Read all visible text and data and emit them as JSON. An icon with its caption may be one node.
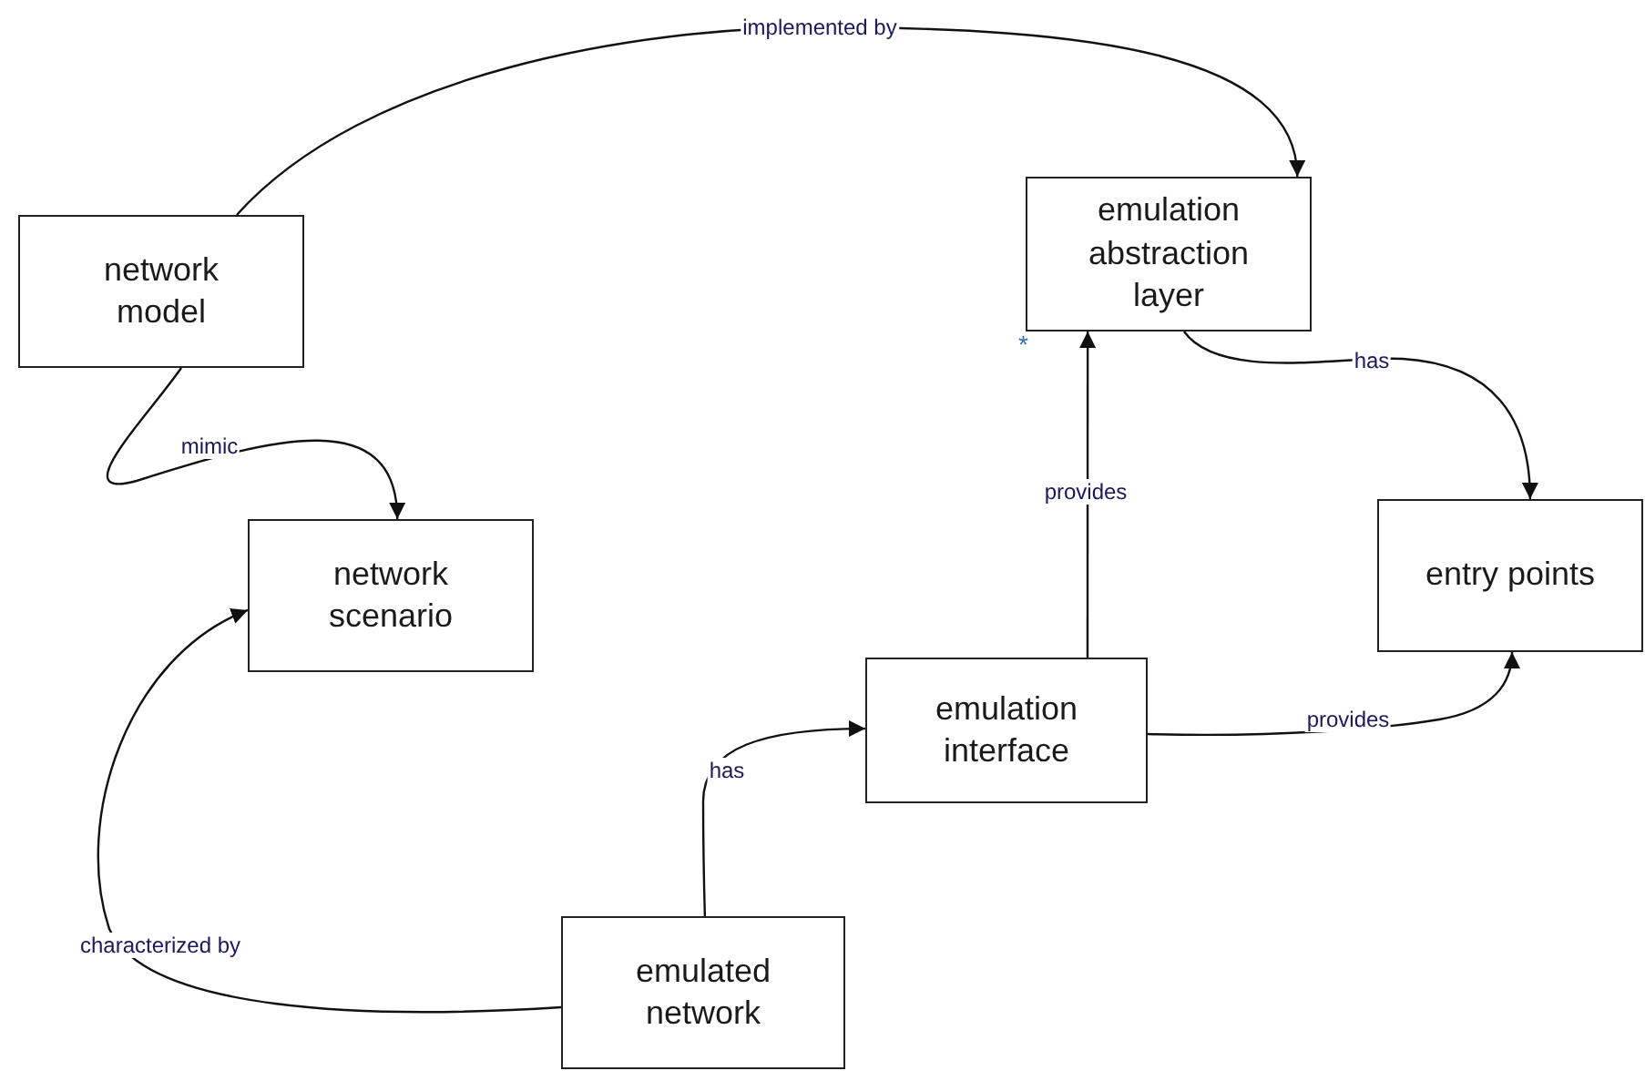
{
  "diagram": {
    "nodes": [
      {
        "text": [
          "network model"
        ]
      },
      {
        "text": [
          "emulation abstraction layer"
        ],
        "beside": [
          "*"
        ]
      },
      {
        "text": [
          "network scenario"
        ]
      },
      {
        "text": [
          "entry points"
        ]
      },
      {
        "text": [
          "emulation interface"
        ]
      },
      {
        "text": [
          "emulated network"
        ]
      }
    ],
    "edges": [
      {
        "from": 0,
        "to": 1,
        "arrow": "to",
        "label": "implemented by"
      },
      {
        "from": 0,
        "to": 2,
        "arrow": "to",
        "label": "mimic"
      },
      {
        "from": 1,
        "to": 3,
        "arrow": "to",
        "label": "has"
      },
      {
        "from": 4,
        "to": 1,
        "arrow": "to",
        "label": "provides"
      },
      {
        "from": 4,
        "to": 3,
        "arrow": "to",
        "label": "provides"
      },
      {
        "from": 5,
        "to": 4,
        "arrow": "to",
        "label": "has"
      },
      {
        "from": 5,
        "to": 2,
        "arrow": "to",
        "label": "characterized by"
      }
    ]
  }
}
